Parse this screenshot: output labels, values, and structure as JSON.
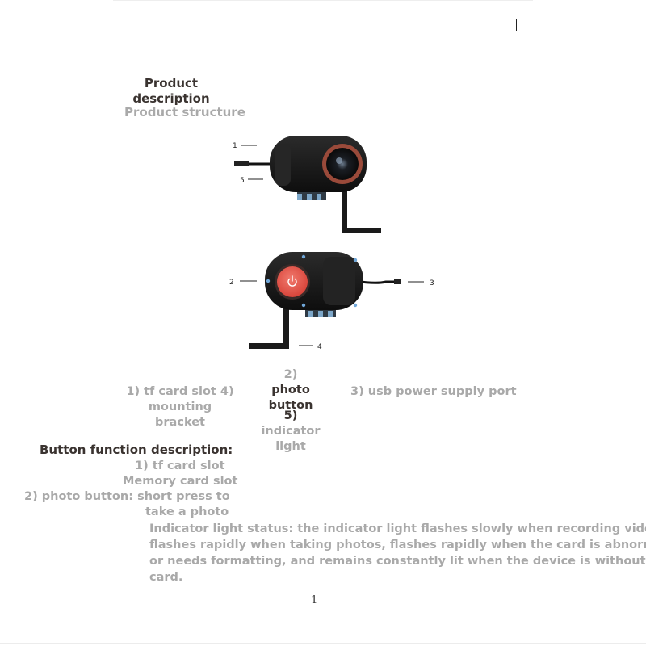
{
  "header": {
    "title_line1": "Product",
    "title_line2": "description",
    "subtitle": "Product structure"
  },
  "figure": {
    "callouts": [
      "1",
      "5",
      "2",
      "3",
      "4"
    ]
  },
  "parts": {
    "left_line1": "1) tf card slot 4) mounting",
    "left_line2": "bracket",
    "middle_line1": "2)",
    "middle_line2": "photo",
    "middle_line3": "button",
    "middle_line4": "5)",
    "middle_line5": "indicator",
    "middle_line6": "light",
    "right": "3) usb power supply port"
  },
  "functions": {
    "heading": "Button function description:",
    "tf_title": "1) tf card slot",
    "tf_desc": "Memory card slot",
    "photo_line1": "2) photo button: short press to",
    "photo_line2": "take a photo",
    "indicator_line1": "Indicator light status: the indicator light flashes slowly when recording video,",
    "indicator_line2": "flashes rapidly when taking photos, flashes rapidly when the card is abnormal",
    "indicator_line3": "or needs formatting, and remains constantly lit when the device is without a",
    "indicator_line4": "card."
  },
  "footer": {
    "page_number": "1"
  }
}
